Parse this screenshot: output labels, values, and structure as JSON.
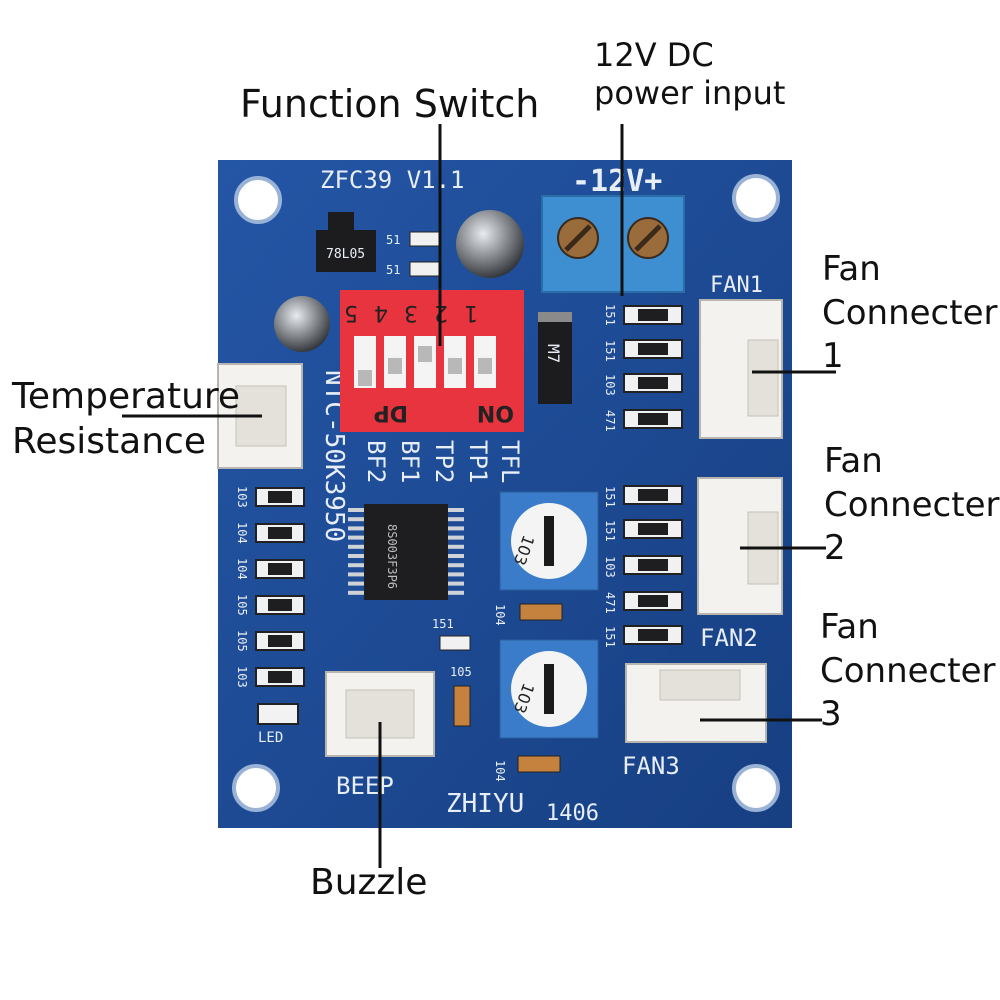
{
  "labels": {
    "function_switch": "Function Switch",
    "power_input_line1": "12V DC",
    "power_input_line2": "power input",
    "temperature_line1": "Temperature",
    "temperature_line2": "Resistance",
    "fan1_line1": "Fan",
    "fan1_line2": "Connecter",
    "fan1_line3": "1",
    "fan2_line1": "Fan",
    "fan2_line2": "Connecter",
    "fan2_line3": "2",
    "fan3_line1": "Fan",
    "fan3_line2": "Connecter",
    "fan3_line3": "3",
    "buzzle": "Buzzle"
  },
  "board": {
    "model": "ZFC39  V1.1",
    "power_marking": "-12V+",
    "brand": "ZHIYU",
    "date_code": "1406",
    "sensor_marking": "NTC-50K3950",
    "fan1": "FAN1",
    "fan2": "FAN2",
    "fan3": "FAN3",
    "beep": "BEEP",
    "led": "LED",
    "regulator": "78L05",
    "diode": "M7",
    "chip": "8S003F3P6",
    "dip_numbers": [
      "5",
      "4",
      "3",
      "2",
      "1"
    ],
    "dip_dp": "DP",
    "dip_on": "ON",
    "switch_functions": [
      "TFL",
      "TP1",
      "TP2",
      "BF1",
      "BF2"
    ],
    "trimpot1": "103",
    "trimpot2": "103",
    "resistor_codes": [
      "103",
      "104",
      "104",
      "105",
      "105",
      "103"
    ],
    "fan_resistor_codes": [
      "151",
      "151",
      "103",
      "471",
      "151",
      "151",
      "103",
      "471",
      "151"
    ],
    "misc_codes": [
      "151",
      "105",
      "104",
      "104",
      "51",
      "51"
    ]
  },
  "colors": {
    "pcb": "#1d4f9a",
    "pcb_dark": "#163e7d",
    "dip": "#e8343e",
    "terminal": "#3d8fd1",
    "connector": "#f4f2ee"
  }
}
